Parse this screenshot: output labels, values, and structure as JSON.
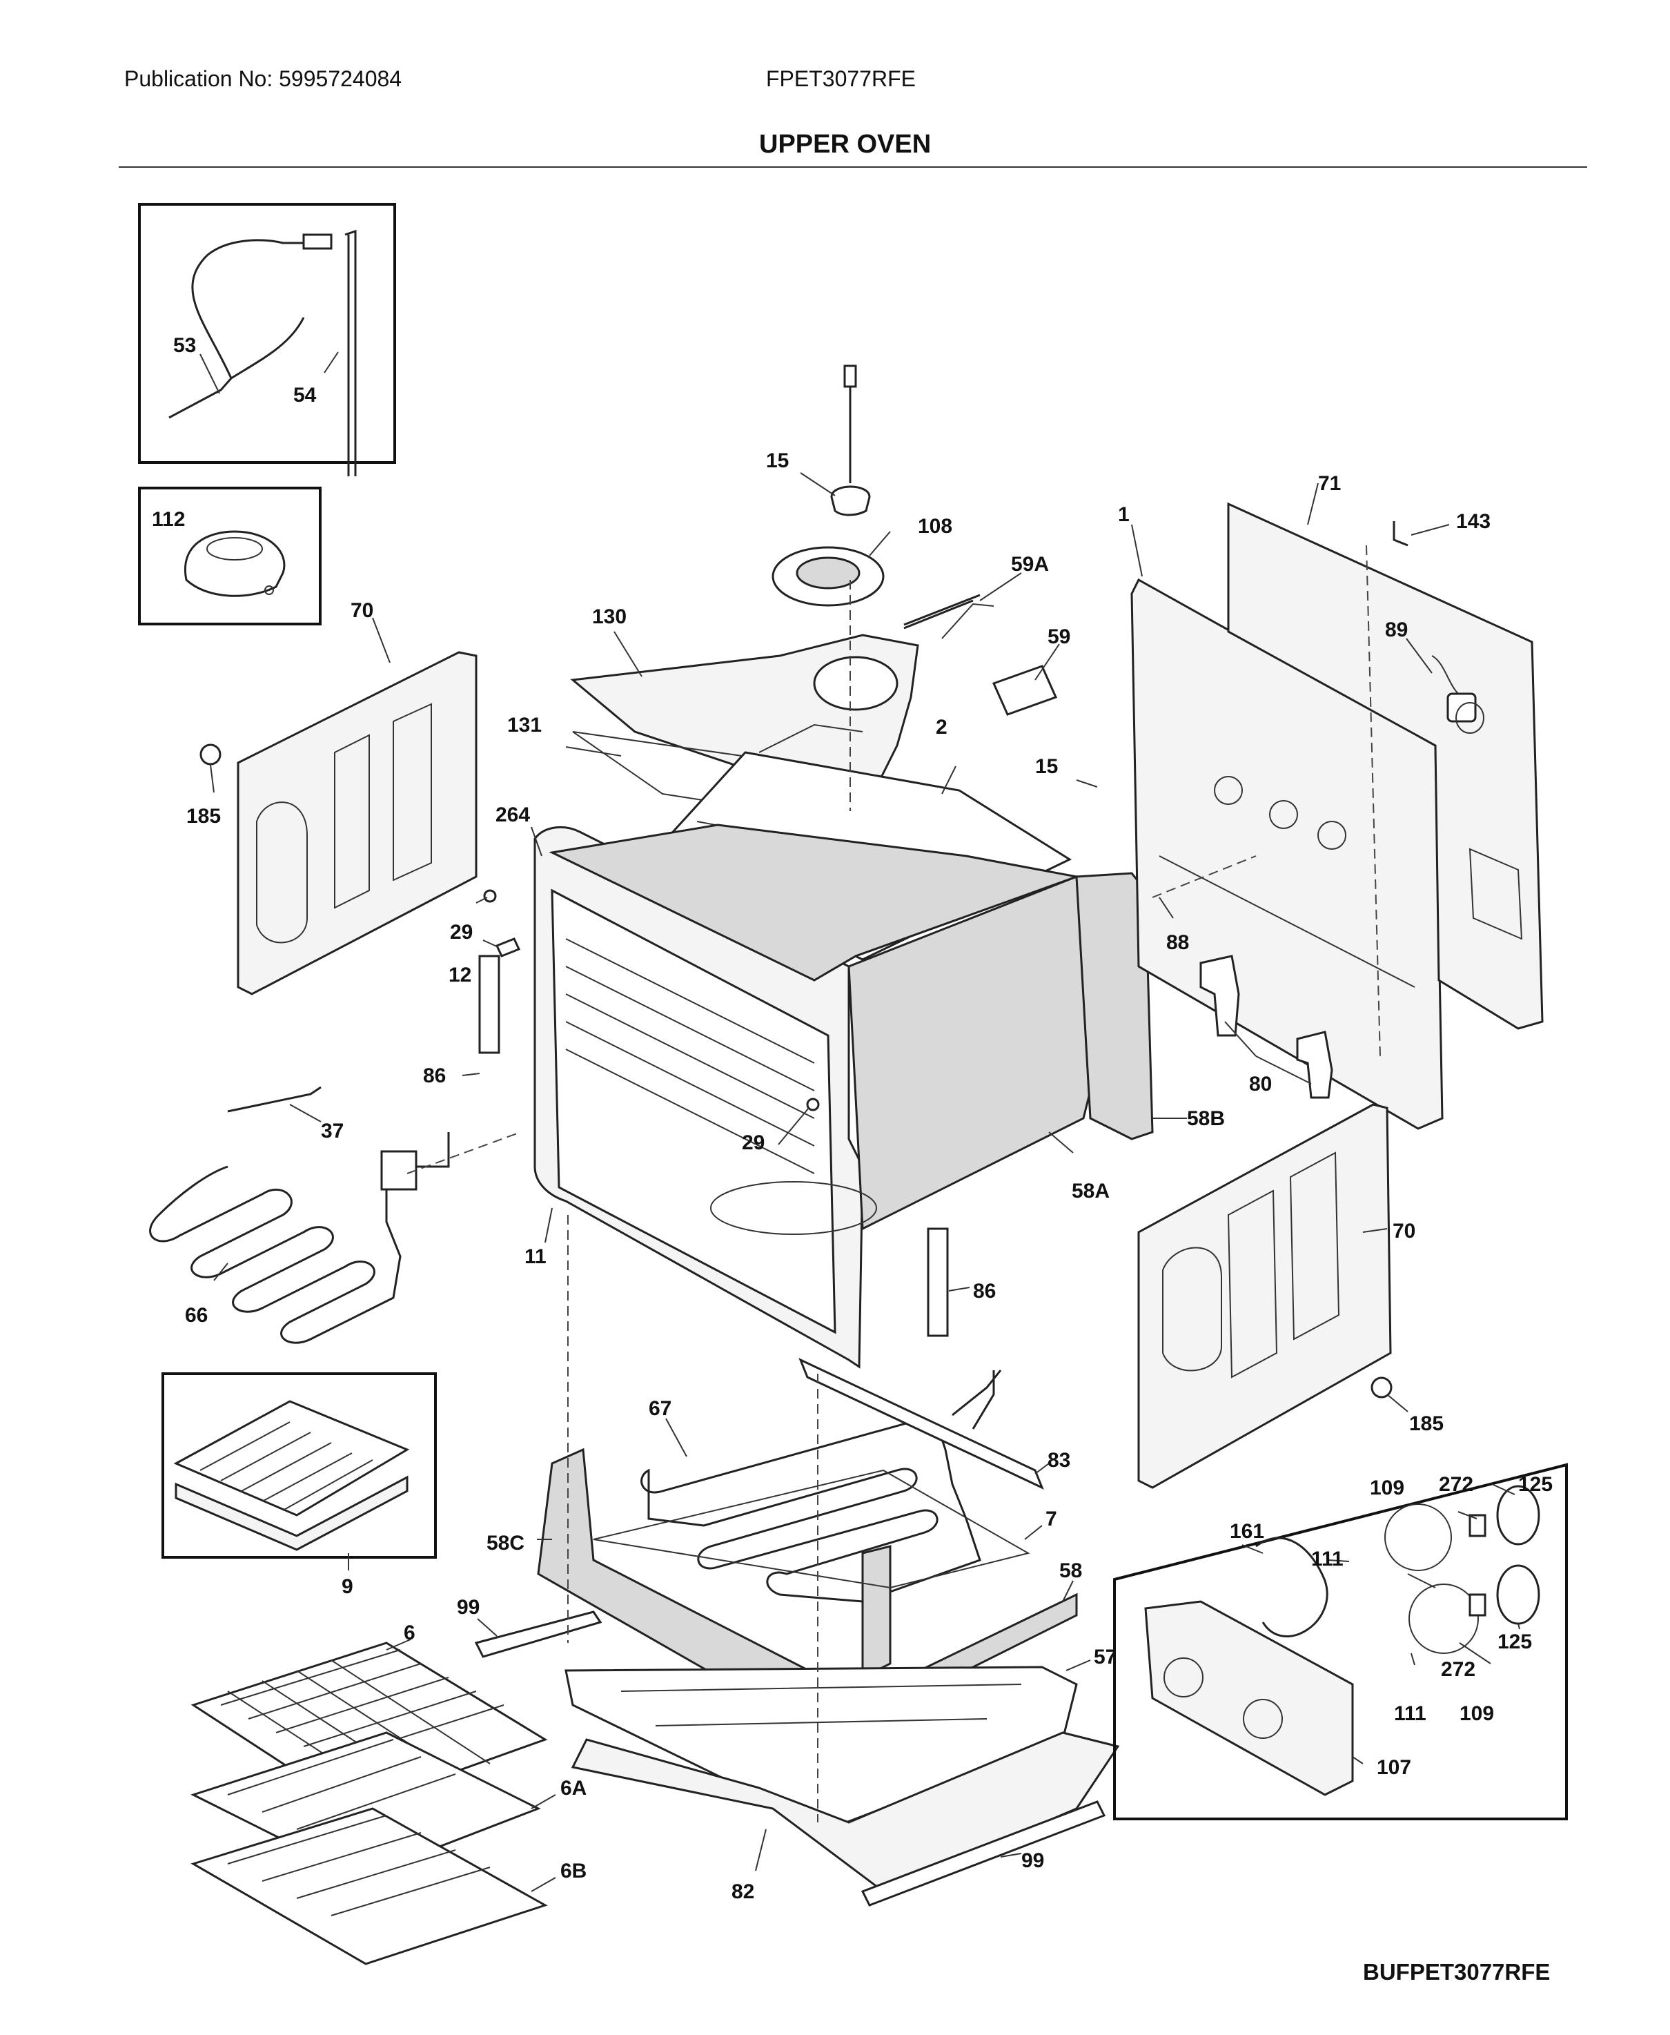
{
  "header": {
    "publication": "Publication No: 5995724084",
    "model": "FPET3077RFE",
    "title": "UPPER OVEN"
  },
  "footer": {
    "code": "BUFPET3077RFE"
  },
  "callouts": {
    "c53": "53",
    "c54": "54",
    "c112": "112",
    "c70a": "70",
    "c185a": "185",
    "c15a": "15",
    "c108": "108",
    "c59a": "59A",
    "c59": "59",
    "c130": "130",
    "c131": "131",
    "c2": "2",
    "c15b": "15",
    "c1": "1",
    "c71": "71",
    "c143": "143",
    "c89": "89",
    "c264": "264",
    "c29a": "29",
    "c12": "12",
    "c88": "88",
    "c80": "80",
    "c86a": "86",
    "c37": "37",
    "c29b": "29",
    "c58b": "58B",
    "c58a": "58A",
    "c11": "11",
    "c66": "66",
    "c86b": "86",
    "c70b": "70",
    "c185b": "185",
    "c67": "67",
    "c83": "83",
    "c9": "9",
    "c58c": "58C",
    "c7": "7",
    "c58": "58",
    "c99a": "99",
    "c6": "6",
    "c57": "57",
    "c6a": "6A",
    "c6b": "6B",
    "c82": "82",
    "c99b": "99",
    "c109a": "109",
    "c272a": "272",
    "c125a": "125",
    "c161": "161",
    "c111a": "111",
    "c125b": "125",
    "c272b": "272",
    "c111b": "111",
    "c109b": "109",
    "c107": "107"
  }
}
